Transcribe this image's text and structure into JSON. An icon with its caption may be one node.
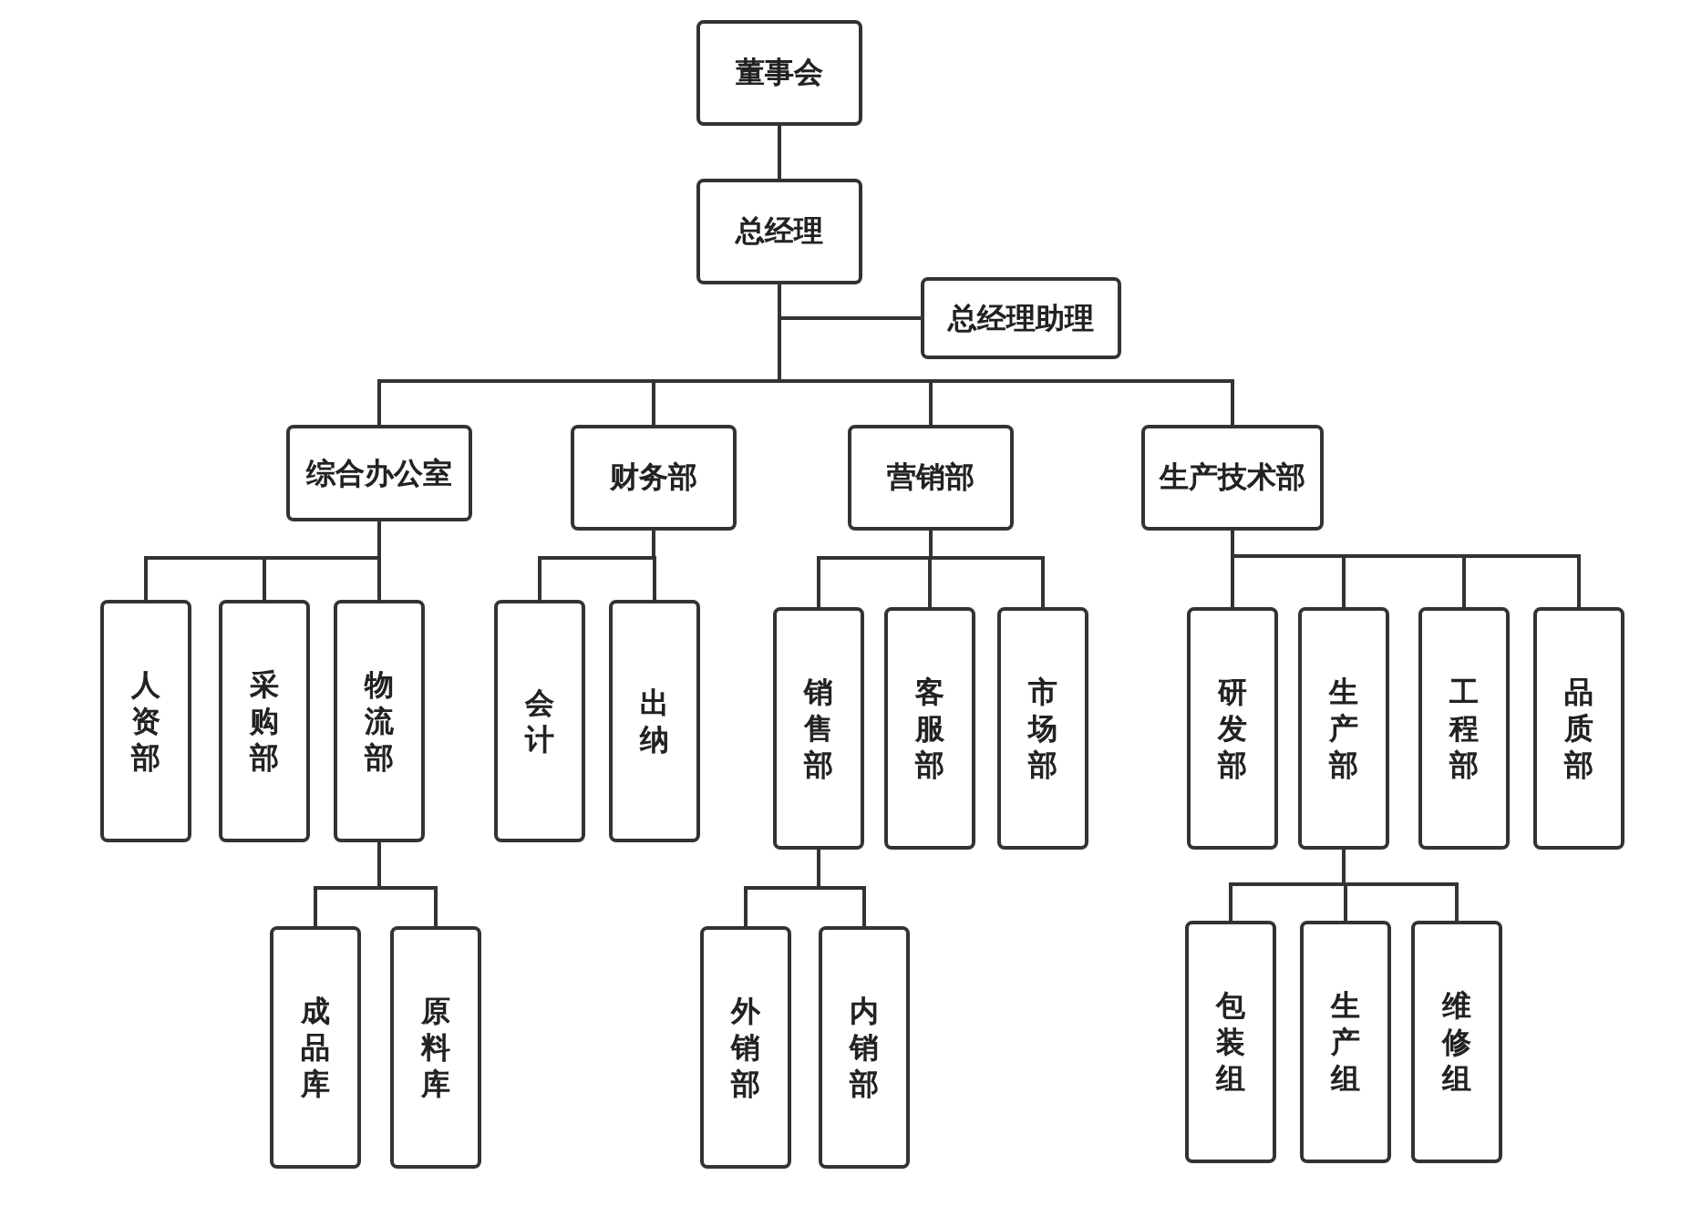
{
  "diagram": {
    "nodes": [
      {
        "text": [
          "董事会"
        ]
      },
      {
        "text": [
          "总经理"
        ]
      },
      {
        "text": [
          "总经理助理"
        ]
      },
      {
        "text": [
          "综合办公室"
        ]
      },
      {
        "text": [
          "财务部"
        ]
      },
      {
        "text": [
          "营销部"
        ]
      },
      {
        "text": [
          "生产技术部"
        ]
      },
      {
        "text": [
          "人资部"
        ]
      },
      {
        "text": [
          "采购部"
        ]
      },
      {
        "text": [
          "物流部"
        ]
      },
      {
        "text": [
          "会计"
        ]
      },
      {
        "text": [
          "出纳"
        ]
      },
      {
        "text": [
          "销售部"
        ]
      },
      {
        "text": [
          "客服部"
        ]
      },
      {
        "text": [
          "市场部"
        ]
      },
      {
        "text": [
          "研发部"
        ]
      },
      {
        "text": [
          "生产部"
        ]
      },
      {
        "text": [
          "工程部"
        ]
      },
      {
        "text": [
          "品质部"
        ]
      },
      {
        "text": [
          "成品库"
        ]
      },
      {
        "text": [
          "原料库"
        ]
      },
      {
        "text": [
          "外销部"
        ]
      },
      {
        "text": [
          "内销部"
        ]
      },
      {
        "text": [
          "包装组"
        ]
      },
      {
        "text": [
          "生产组"
        ]
      },
      {
        "text": [
          "维修组"
        ]
      }
    ],
    "edges": [
      {
        "from": 0,
        "to": 1,
        "arrow": "none"
      },
      {
        "from": 1,
        "to": 2,
        "arrow": "none"
      },
      {
        "from": 1,
        "to": 3,
        "arrow": "none"
      },
      {
        "from": 1,
        "to": 4,
        "arrow": "none"
      },
      {
        "from": 1,
        "to": 5,
        "arrow": "none"
      },
      {
        "from": 1,
        "to": 6,
        "arrow": "none"
      },
      {
        "from": 3,
        "to": 7,
        "arrow": "none"
      },
      {
        "from": 3,
        "to": 8,
        "arrow": "none"
      },
      {
        "from": 3,
        "to": 9,
        "arrow": "none"
      },
      {
        "from": 9,
        "to": 19,
        "arrow": "none"
      },
      {
        "from": 9,
        "to": 20,
        "arrow": "none"
      },
      {
        "from": 4,
        "to": 10,
        "arrow": "none"
      },
      {
        "from": 4,
        "to": 11,
        "arrow": "none"
      },
      {
        "from": 5,
        "to": 12,
        "arrow": "none"
      },
      {
        "from": 5,
        "to": 13,
        "arrow": "none"
      },
      {
        "from": 5,
        "to": 14,
        "arrow": "none"
      },
      {
        "from": 12,
        "to": 21,
        "arrow": "none"
      },
      {
        "from": 12,
        "to": 22,
        "arrow": "none"
      },
      {
        "from": 6,
        "to": 15,
        "arrow": "none"
      },
      {
        "from": 6,
        "to": 16,
        "arrow": "none"
      },
      {
        "from": 6,
        "to": 17,
        "arrow": "none"
      },
      {
        "from": 6,
        "to": 18,
        "arrow": "none"
      },
      {
        "from": 16,
        "to": 23,
        "arrow": "none"
      },
      {
        "from": 16,
        "to": 24,
        "arrow": "none"
      },
      {
        "from": 16,
        "to": 25,
        "arrow": "none"
      }
    ]
  }
}
